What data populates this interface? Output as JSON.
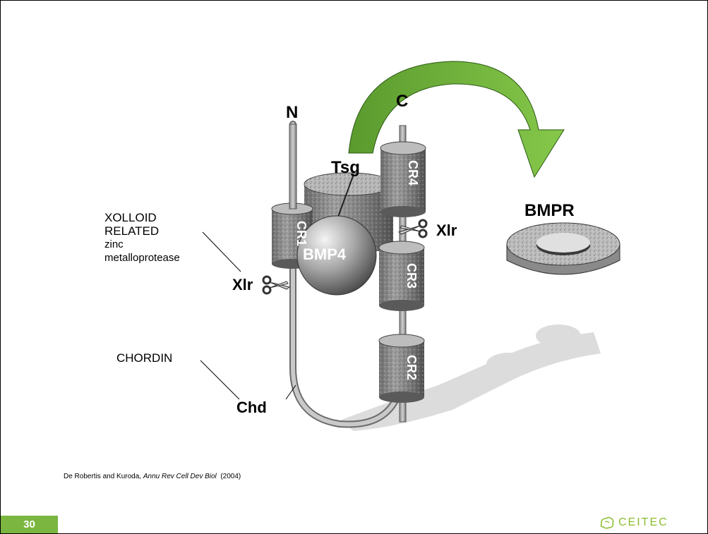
{
  "diagram": {
    "labels": {
      "n_terminus": "N",
      "c_terminus": "C",
      "tsg": "Tsg",
      "bmp4": "BMP4",
      "bmpr": "BMPR",
      "xlr": "Xlr",
      "chd": "Chd",
      "cr1": "CR1",
      "cr2": "CR2",
      "cr3": "CR3",
      "cr4": "CR4"
    },
    "arrow_color": "#6db33f"
  },
  "annotations": {
    "xolloid_line1": "XOLLOID",
    "xolloid_line2": "RELATED",
    "xolloid_line3": "zinc",
    "xolloid_line4": "metalloprotease",
    "chordin": "CHORDIN"
  },
  "citation": {
    "authors": "De Robertis and Kuroda, ",
    "journal": "Annu Rev Cell Dev Biol",
    "year": "  (2004)"
  },
  "footer": {
    "page_number": "30",
    "logo_text": "CEITEC",
    "accent_color": "#7ab640"
  }
}
